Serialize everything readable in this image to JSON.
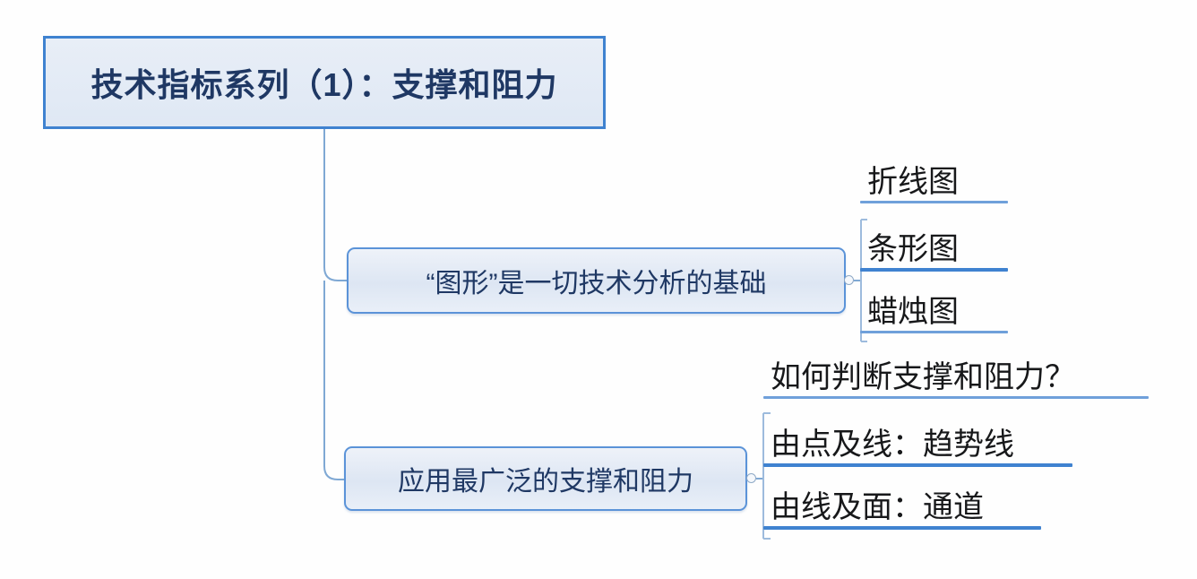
{
  "diagram": {
    "type": "mind-map",
    "title": "技术指标系列（1）：支撑和阻力",
    "colors": {
      "root_border": "#3f82d0",
      "root_fill": "#e4ebf6",
      "root_text": "#1f3864",
      "branch_border": "#5b93d8",
      "branch_fill": "#e3ebf6",
      "branch_text": "#1f3864",
      "leaf_text": "#17181a",
      "underline": "#3f82d0",
      "underline_light": "#6fa0da",
      "connector": "#7fa8d4",
      "background": "#fefefe"
    }
  },
  "root": {
    "label": "技术指标系列（1）：支撑和阻力"
  },
  "branches": [
    {
      "label": "“图形”是一切技术分析的基础",
      "children": [
        {
          "label": "折线图",
          "underline": "light"
        },
        {
          "label": "条形图",
          "underline": "bold"
        },
        {
          "label": "蜡烛图",
          "underline": "light"
        }
      ]
    },
    {
      "label": "应用最广泛的支撑和阻力",
      "children": [
        {
          "label": "如何判断支撑和阻力？",
          "underline": "light"
        },
        {
          "label": "由点及线：趋势线",
          "underline": "bold"
        },
        {
          "label": "由线及面：通道",
          "underline": "bold"
        }
      ]
    }
  ]
}
